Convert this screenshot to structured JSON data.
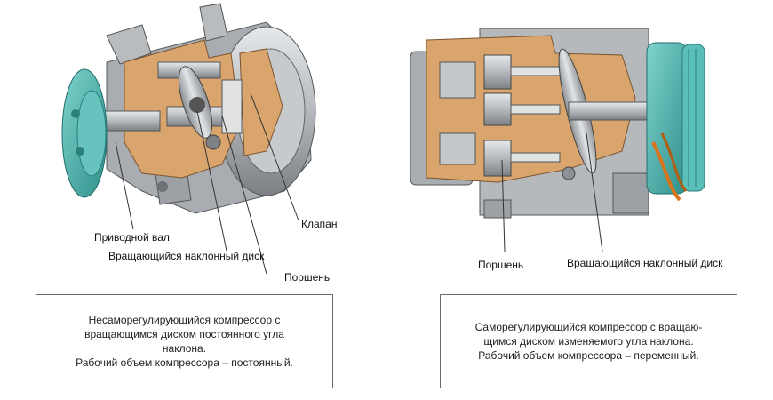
{
  "left_diagram": {
    "labels": {
      "drive_shaft": "Приводной вал",
      "swash_plate": "Вращающийся наклонный диск",
      "valve": "Клапан",
      "piston": "Поршень"
    },
    "caption": {
      "line1": "Несаморегулирующийся компрессор с",
      "line2": "вращающимся диском постоянного угла",
      "line3": "наклона.",
      "line4": "Рабочий объем компрессора – постоянный."
    }
  },
  "right_diagram": {
    "labels": {
      "piston": "Поршень",
      "swash_plate": "Вращающийся наклонный диск"
    },
    "caption": {
      "line1": "Саморегулирующийся компрессор с вращаю-",
      "line2": "щимся диском изменяемого угла наклона.",
      "line3": "Рабочий объем компрессора – переменный."
    }
  },
  "colors": {
    "housing_gray": "#b9bcbf",
    "housing_dark": "#6e7276",
    "cutaway_tan": "#d9a56c",
    "pulley_teal": "#3fa7a2",
    "clutch_teal": "#5bbfb9",
    "wire_orange": "#d9741c"
  }
}
